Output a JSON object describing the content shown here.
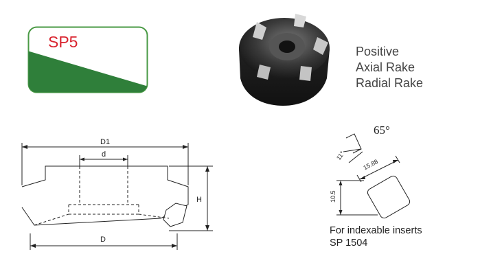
{
  "badge": {
    "label": "SP5",
    "colors": {
      "border": "#4a9a45",
      "fill": "#2f7f3a",
      "text": "#d9242f"
    }
  },
  "features": [
    "Positive",
    "Axial Rake",
    "Radial Rake"
  ],
  "drawing": {
    "labels": {
      "d1": "D1",
      "d": "d",
      "h": "H",
      "dd": "D"
    }
  },
  "insert": {
    "labels": {
      "angle": "65°",
      "rake": "11°",
      "width": "15.88",
      "height": "10.5"
    }
  },
  "caption": {
    "line1": "For indexable inserts",
    "line2": "SP 1504"
  }
}
